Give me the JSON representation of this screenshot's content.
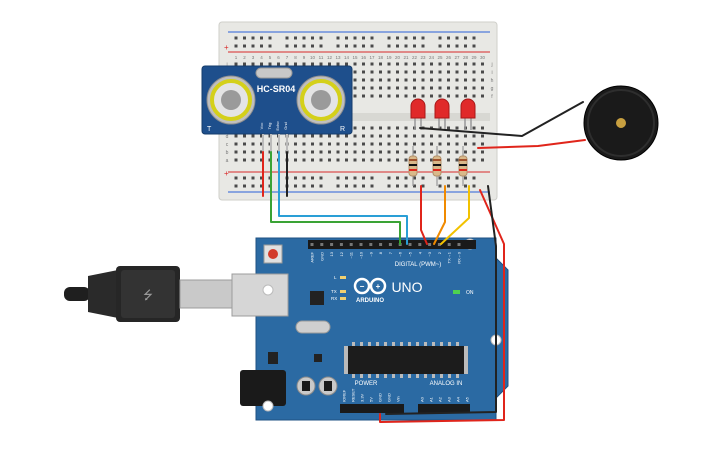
{
  "sensor": {
    "model": "HC-SR04",
    "pins": [
      "Vcc",
      "Trig",
      "Echo",
      "Gnd"
    ],
    "corner_left": "T",
    "corner_right": "R"
  },
  "breadboard": {
    "column_numbers": [
      "1",
      "2",
      "3",
      "4",
      "5",
      "6",
      "7",
      "8",
      "9",
      "10",
      "11",
      "12",
      "13",
      "14",
      "15",
      "16",
      "17",
      "18",
      "19",
      "20",
      "21",
      "22",
      "23",
      "24",
      "25",
      "26",
      "27",
      "28",
      "29",
      "30"
    ],
    "row_letters_top": [
      "j",
      "i",
      "h",
      "g",
      "f"
    ],
    "row_letters_bottom": [
      "e",
      "d",
      "c",
      "b",
      "a"
    ],
    "rail_plus": "+",
    "rail_minus": "−"
  },
  "leds": {
    "color": "#e02a2a",
    "count": 3
  },
  "buzzer": {
    "color": "#1a1a1a",
    "dot_color": "#c8a040"
  },
  "arduino": {
    "brand": "ARDUINO",
    "model": "UNO",
    "on_label": "ON",
    "digital_label": "DIGITAL (PWM~)",
    "power_label": "POWER",
    "analog_label": "ANALOG IN",
    "tx_label": "TX",
    "rx_label": "RX",
    "l_label": "L",
    "digital_pins": [
      "AREF",
      "GND",
      "13",
      "12",
      "~11",
      "~10",
      "~9",
      "8",
      "7",
      "~6",
      "~5",
      "4",
      "~3",
      "2",
      "TX→1",
      "RX←0"
    ],
    "power_pins": [
      "IOREF",
      "RESET",
      "3.3V",
      "5V",
      "GND",
      "GND",
      "Vin"
    ],
    "analog_pins": [
      "A0",
      "A1",
      "A2",
      "A3",
      "A4",
      "A5"
    ],
    "board_color": "#2b6aa3"
  },
  "wire_colors": {
    "red": "#e0251b",
    "black": "#222222",
    "green": "#3aa335",
    "blue": "#2a9fd6",
    "orange": "#f08a00",
    "yellow": "#f2c200"
  }
}
